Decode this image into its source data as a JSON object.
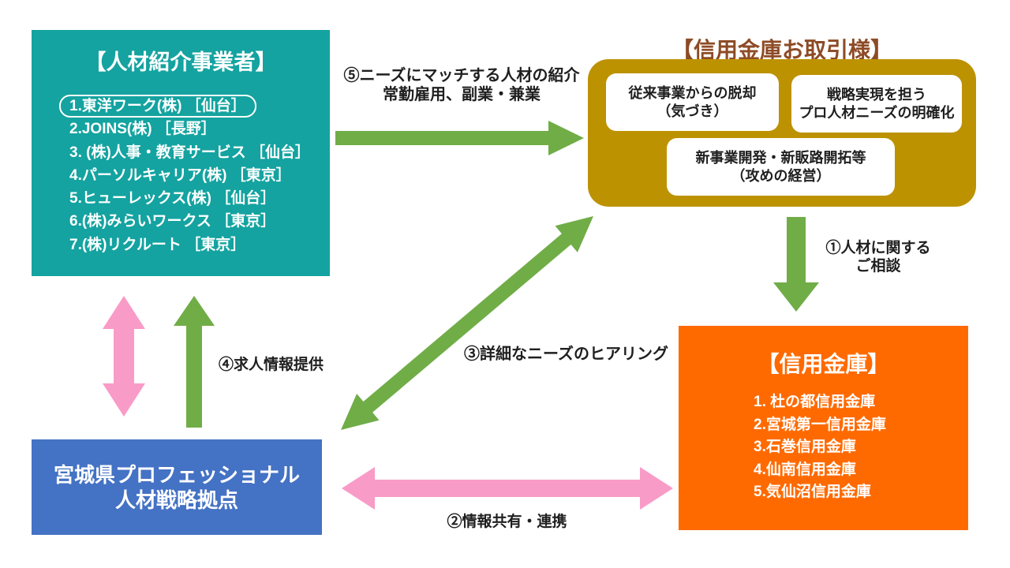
{
  "colors": {
    "teal_box": "#14A3A0",
    "gold_box": "#BD9200",
    "orange_box": "#FF6A00",
    "blue_box": "#4472C4",
    "green_arrow": "#70AD47",
    "pink_arrow": "#F99BC7",
    "clients_title_brown": "#8D4B26"
  },
  "referrers": {
    "title": "【人材紹介事業者】",
    "items": [
      "1.東洋ワーク(株) ［仙台］",
      "2.JOINS(株) ［長野］",
      "3. (株)人事・教育サービス ［仙台］",
      "4.パーソルキャリア(株) ［東京］",
      "5.ヒューレックス(株) ［仙台］",
      "6.(株)みらいワークス ［東京］",
      "7.(株)リクルート ［東京］"
    ]
  },
  "clients": {
    "title": "【信用金庫お取引様】",
    "cards": [
      {
        "line1": "従来事業からの脱却",
        "line2": "（気づき）"
      },
      {
        "line1": "戦略実現を担う",
        "line2": "プロ人材ニーズの明確化"
      },
      {
        "line1": "新事業開発・新販路開拓等",
        "line2": "（攻めの経営）"
      }
    ]
  },
  "shinkin": {
    "title": "【信用金庫】",
    "items": [
      "1. 杜の都信用金庫",
      "2.宮城第一信用金庫",
      "3.石巻信用金庫",
      "4.仙南信用金庫",
      "5.気仙沼信用金庫"
    ]
  },
  "strategy_base": {
    "line1": "宮城県プロフェッショナル",
    "line2": "人材戦略拠点"
  },
  "arrow_labels": {
    "consult": {
      "line1": "①人材に関する",
      "line2": "ご相談"
    },
    "share": "②情報共有・連携",
    "hearing": "③詳細なニーズのヒアリング",
    "job_info": "④求人情報提供",
    "match": {
      "line1": "⑤ニーズにマッチする人材の紹介",
      "line2": "常勤雇用、副業・兼業"
    }
  }
}
